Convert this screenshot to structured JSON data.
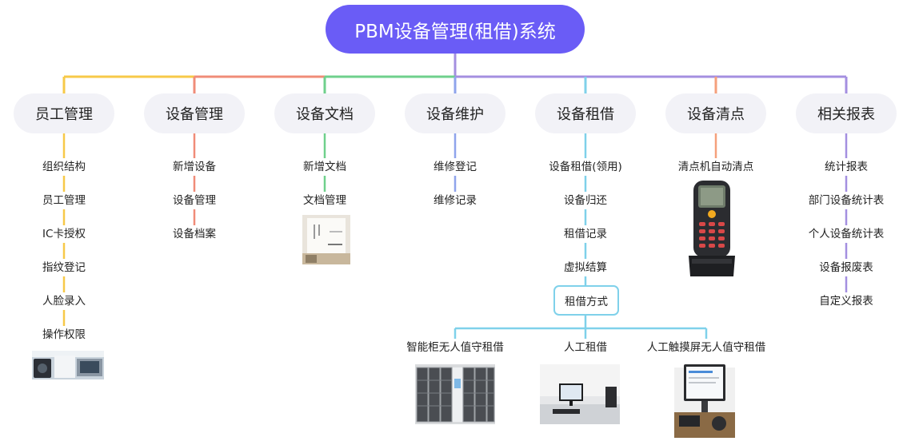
{
  "title": "PBM设备管理(租借)系统",
  "colors": {
    "root": "#6a5cf6",
    "yellow": "#f7c948",
    "salmon": "#f08c78",
    "green": "#6fd08c",
    "blue": "#8fa4ec",
    "cyan": "#7fd1ea",
    "orange": "#f5a07c",
    "purple": "#a48fe0"
  },
  "categories": [
    {
      "label": "员工管理",
      "items": [
        "组织结构",
        "员工管理",
        "IC卡授权",
        "指纹登记",
        "人脸录入",
        "操作权限"
      ]
    },
    {
      "label": "设备管理",
      "items": [
        "新增设备",
        "设备管理",
        "设备档案"
      ]
    },
    {
      "label": "设备文档",
      "items": [
        "新增文档",
        "文档管理"
      ]
    },
    {
      "label": "设备维护",
      "items": [
        "维修登记",
        "维修记录"
      ]
    },
    {
      "label": "设备租借",
      "items": [
        "设备租借(领用)",
        "设备归还",
        "租借记录",
        "虚拟结算"
      ]
    },
    {
      "label": "设备清点",
      "items": [
        "清点机自动清点"
      ]
    },
    {
      "label": "相关报表",
      "items": [
        "统计报表",
        "部门设备统计表",
        "个人设备统计表",
        "设备报废表",
        "自定义报表"
      ]
    }
  ],
  "rental_method": {
    "label": "租借方式",
    "options": [
      "智能柜无人值守租借",
      "人工租借",
      "人工触摸屏无人值守租借"
    ]
  }
}
